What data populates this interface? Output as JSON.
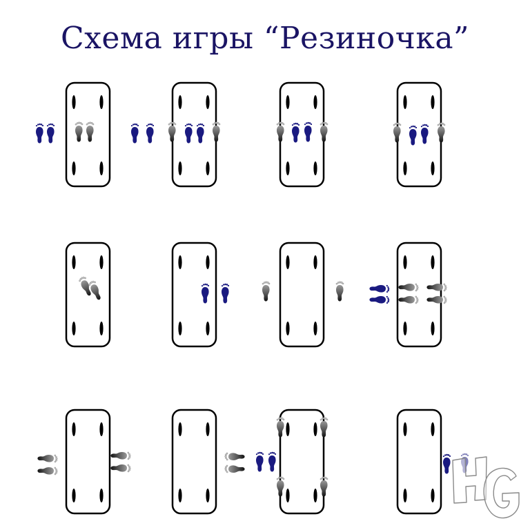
{
  "title": "Схема игры “Резиночка”",
  "colors": {
    "player_feet": "#1a1a80",
    "rubber_holder_feet": "#555555",
    "frame": "#000000",
    "title": "#1a1464"
  },
  "legend_icons": {
    "player_foot": "blue-foot-icon",
    "holder_foot": "gray-foot-icon",
    "watermark": "hg-logo"
  },
  "rows": [
    {
      "steps": [
        {
          "id": 1,
          "description": "Player stands outside left, holders stand inside"
        },
        {
          "id": 2,
          "description": "Player outside left, holder feet on both rubber lines, player feet inside"
        },
        {
          "id": 3,
          "description": "Player feet inside, holder feet on both lines"
        },
        {
          "id": 4,
          "description": "Player feet inside narrower, holder feet on both lines"
        }
      ]
    },
    {
      "steps": [
        {
          "id": 5,
          "description": "Holder feet stepping diagonally inside"
        },
        {
          "id": 6,
          "description": "Player feet on right line"
        },
        {
          "id": 7,
          "description": "Single holder feet on either side"
        },
        {
          "id": 8,
          "description": "Player sideways, holder feet sideways across right line"
        }
      ]
    },
    {
      "steps": [
        {
          "id": 9,
          "description": "Holder feet sideways outside both lines"
        },
        {
          "id": 10,
          "description": "Holder feet sideways outside right"
        },
        {
          "id": 11,
          "description": "Player outside left, holder feet at four corners"
        },
        {
          "id": 12,
          "description": "Player feet outside right with watermark"
        }
      ]
    }
  ],
  "watermark": {
    "text": "HG"
  }
}
